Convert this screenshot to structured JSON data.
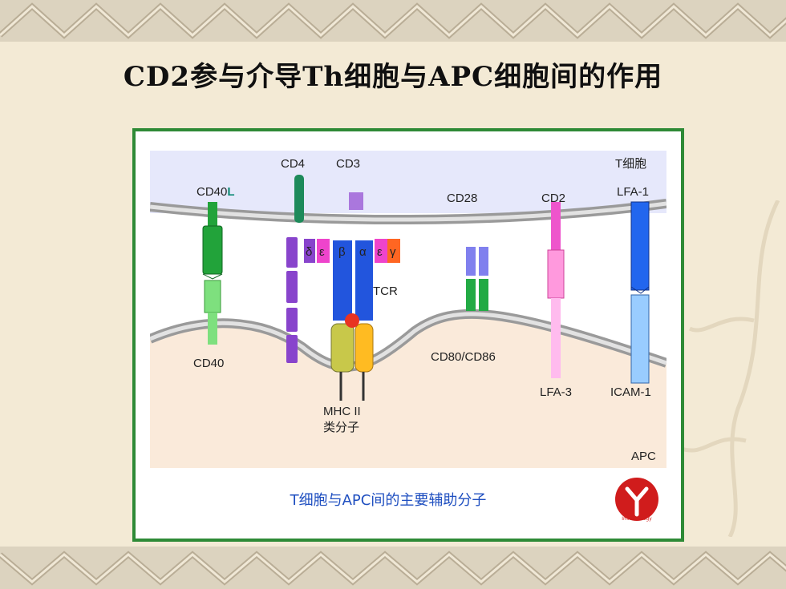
{
  "slide": {
    "title": "CD2参与介导Th细胞与APC细胞间的作用"
  },
  "diagram": {
    "labels": {
      "cd4": "CD4",
      "cd3": "CD3",
      "tcell": "T细胞",
      "cd40l_main": "CD40",
      "cd40l_suffix": "L",
      "cd28": "CD28",
      "cd2": "CD2",
      "lfa1": "LFA-1",
      "tcr": "TCR",
      "cd40": "CD40",
      "cd80_86": "CD80/CD86",
      "lfa3": "LFA-3",
      "icam1": "ICAM-1",
      "mhc_line1": "MHC  II",
      "mhc_line2": "类分子",
      "apc": "APC",
      "delta": "δ",
      "epsilon1": "ε",
      "beta": "β",
      "alpha": "α",
      "epsilon2": "ε",
      "gamma": "γ"
    },
    "caption": "T细胞与APC间的主要辅助分子",
    "logo_text": "Immunology"
  },
  "colors": {
    "frame": "#2e8a36",
    "tcell_bg": "#e6e8fb",
    "apc_bg": "#faeada",
    "caption": "#1f4fc0",
    "logo": "#d01c1c"
  }
}
